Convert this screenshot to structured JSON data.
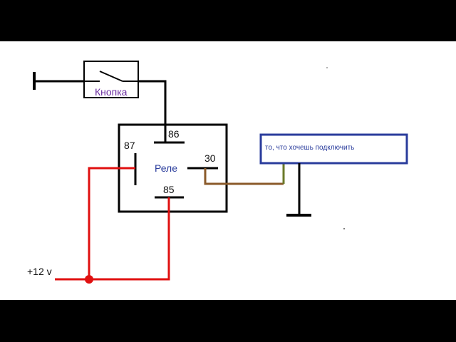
{
  "diagram": {
    "button_label": "Кнопка",
    "relay_label": "Реле",
    "pins": {
      "p86": "86",
      "p87": "87",
      "p30": "30",
      "p85": "85"
    },
    "supply_label": "+12 v",
    "load_label": "то, что хочешь подключить"
  },
  "colors": {
    "letterbox": "#000000",
    "background": "#ffffff",
    "wire_black": "#000000",
    "wire_red": "#e01010",
    "wire_brown": "#8a5a2a",
    "wire_olive": "#6b7a2a",
    "load_border": "#2a3c9c",
    "button_text": "#6a2ca0"
  }
}
